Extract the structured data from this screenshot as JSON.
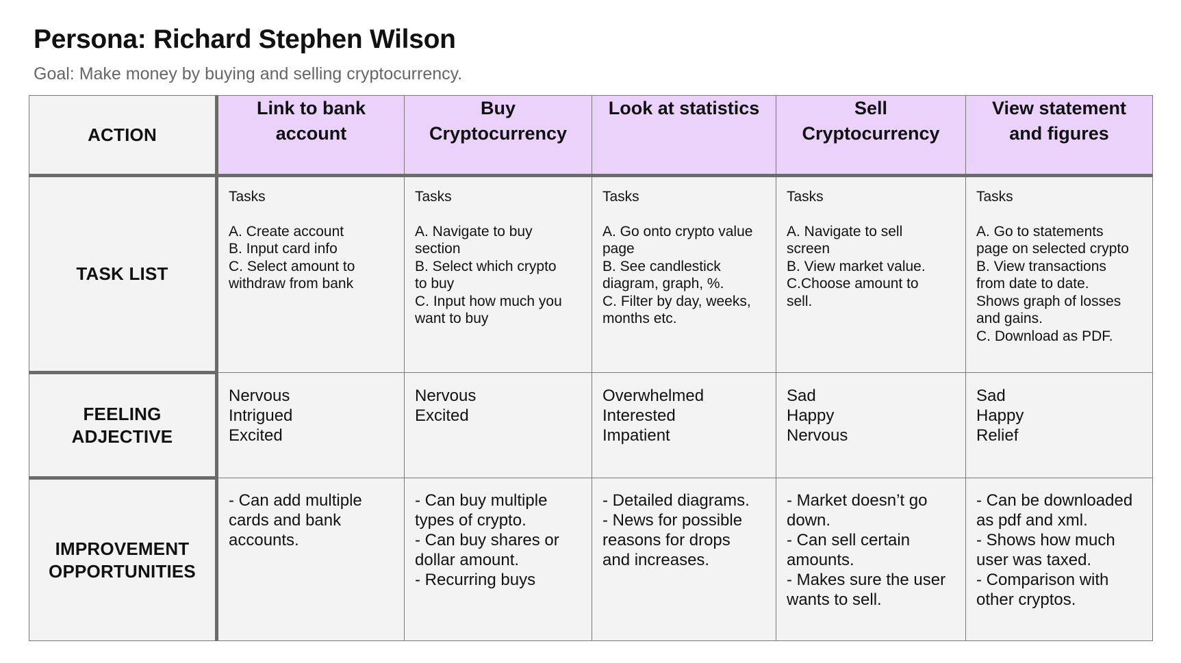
{
  "header": {
    "title": "Persona: Richard Stephen Wilson",
    "subtitle": "Goal: Make money by buying and selling cryptocurrency."
  },
  "rows": {
    "action_label": "ACTION",
    "task_list_label": "TASK LIST",
    "feeling_label_line1": "FEELING",
    "feeling_label_line2": "ADJECTIVE",
    "improvement_label_line1": "IMPROVEMENT",
    "improvement_label_line2": "OPPORTUNITIES"
  },
  "columns": [
    {
      "action_line1": "Link to bank",
      "action_line2": "account",
      "tasks_heading": "Tasks",
      "tasks": [
        "A. Create account",
        "B. Input card info",
        "C. Select amount to",
        "withdraw from bank"
      ],
      "feelings": [
        "Nervous",
        "Intrigued",
        "Excited"
      ],
      "improvements": [
        "- Can add multiple",
        "cards and bank",
        "accounts."
      ]
    },
    {
      "action_line1": "Buy",
      "action_line2": "Cryptocurrency",
      "tasks_heading": "Tasks",
      "tasks": [
        "A. Navigate to buy",
        "section",
        "B. Select which crypto",
        "to buy",
        "C. Input how much you",
        "want to buy"
      ],
      "feelings": [
        "Nervous",
        "Excited"
      ],
      "improvements": [
        "- Can buy multiple",
        "types of crypto.",
        "- Can buy shares or",
        "dollar amount.",
        "- Recurring buys"
      ]
    },
    {
      "action_line1": "Look at statistics",
      "action_line2": "",
      "tasks_heading": "Tasks",
      "tasks": [
        "A. Go onto crypto value",
        "page",
        "B. See candlestick",
        "diagram, graph, %.",
        "C. Filter by day, weeks,",
        "months etc."
      ],
      "feelings": [
        "Overwhelmed",
        "Interested",
        "Impatient"
      ],
      "improvements": [
        "- Detailed diagrams.",
        "- News for possible",
        "reasons for drops",
        "and increases."
      ]
    },
    {
      "action_line1": "Sell",
      "action_line2": "Cryptocurrency",
      "tasks_heading": "Tasks",
      "tasks": [
        "A. Navigate to sell",
        "screen",
        "B. View market value.",
        "C.Choose amount to",
        "sell."
      ],
      "feelings": [
        "Sad",
        "Happy",
        "Nervous"
      ],
      "improvements": [
        "- Market doesn’t go",
        "down.",
        "- Can sell certain",
        "amounts.",
        "- Makes sure the user",
        "wants to sell."
      ]
    },
    {
      "action_line1": "View statement",
      "action_line2": "and figures",
      "tasks_heading": "Tasks",
      "tasks": [
        "A. Go to statements",
        "page on selected crypto",
        "B. View transactions",
        "from date to date.",
        "Shows graph of losses",
        "and gains.",
        "C. Download as PDF."
      ],
      "feelings": [
        "Sad",
        "Happy",
        "Relief"
      ],
      "improvements": [
        "- Can be downloaded",
        "as pdf and xml.",
        "- Shows how much",
        "user was taxed.",
        "- Comparison with",
        "other cryptos."
      ]
    }
  ]
}
